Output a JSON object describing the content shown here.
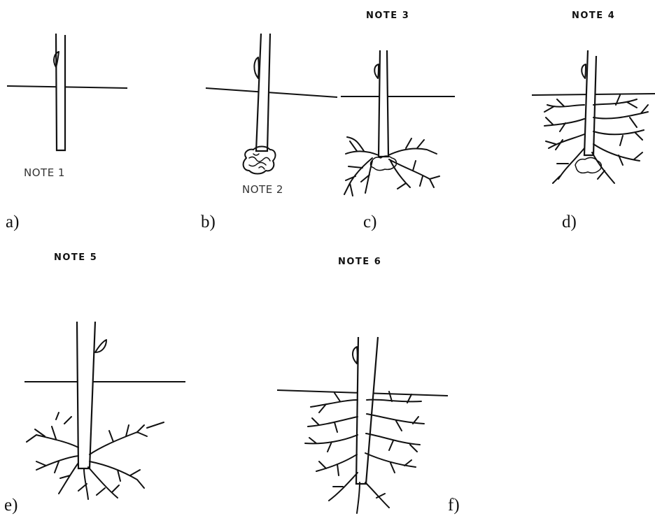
{
  "panels": [
    {
      "label": "a)",
      "note": "NOTE 1"
    },
    {
      "label": "b)",
      "note": "NOTE 2"
    },
    {
      "label": "c)",
      "note": "NOTE 3"
    },
    {
      "label": "d)",
      "note": "NOTE 4"
    },
    {
      "label": "e)",
      "note": "NOTE 5"
    },
    {
      "label": "f)",
      "note": "NOTE 6"
    }
  ],
  "colors": {
    "ink": "#111111",
    "background": "#ffffff"
  }
}
